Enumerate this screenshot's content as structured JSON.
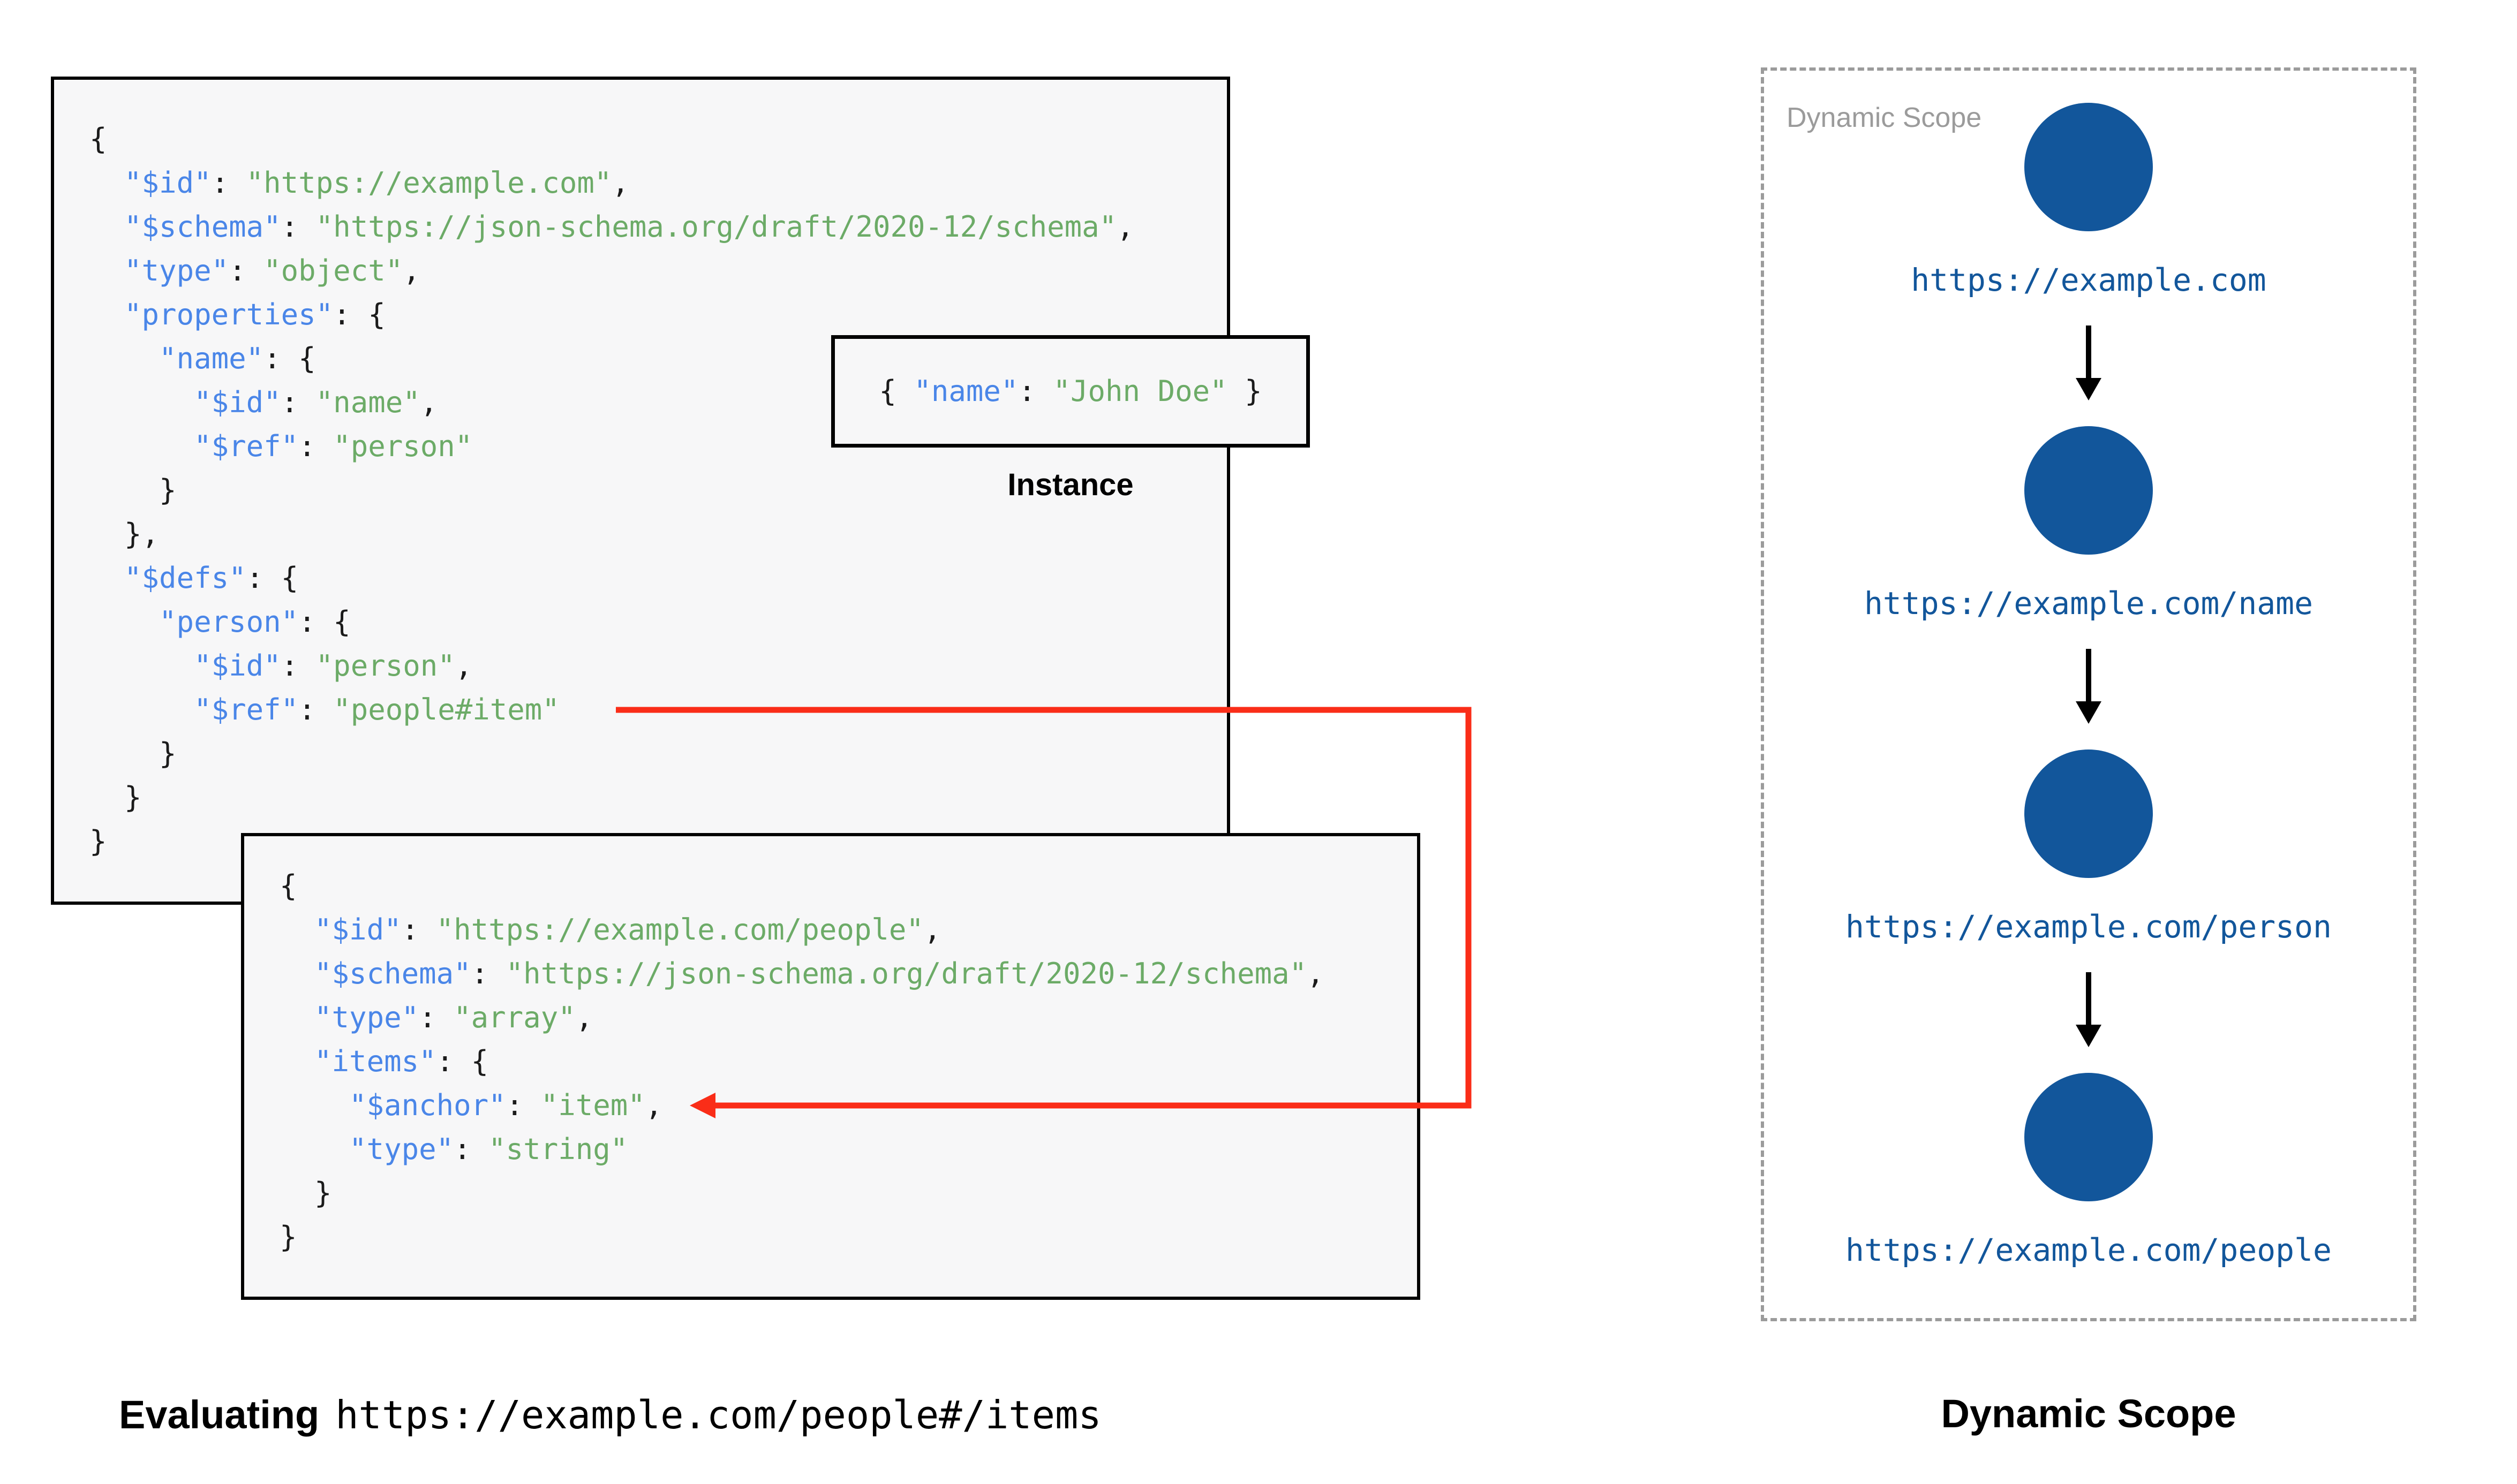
{
  "captions": {
    "left_prefix": "Evaluating",
    "left_url": "https://example.com/people#/items",
    "right": "Dynamic Scope"
  },
  "instance": {
    "label": "Instance",
    "code": [
      [
        [
          "p",
          "{ "
        ],
        [
          "k",
          "\"name\""
        ],
        [
          "p",
          ": "
        ],
        [
          "s",
          "\"John Doe\""
        ],
        [
          "p",
          " }"
        ]
      ]
    ]
  },
  "schema_main": {
    "lines": [
      [
        [
          "p",
          "{"
        ]
      ],
      [
        [
          "p",
          "  "
        ],
        [
          "k",
          "\"$id\""
        ],
        [
          "p",
          ": "
        ],
        [
          "s",
          "\"https://example.com\""
        ],
        [
          "p",
          ","
        ]
      ],
      [
        [
          "p",
          "  "
        ],
        [
          "k",
          "\"$schema\""
        ],
        [
          "p",
          ": "
        ],
        [
          "s",
          "\"https://json-schema.org/draft/2020-12/schema\""
        ],
        [
          "p",
          ","
        ]
      ],
      [
        [
          "p",
          "  "
        ],
        [
          "k",
          "\"type\""
        ],
        [
          "p",
          ": "
        ],
        [
          "s",
          "\"object\""
        ],
        [
          "p",
          ","
        ]
      ],
      [
        [
          "p",
          "  "
        ],
        [
          "k",
          "\"properties\""
        ],
        [
          "p",
          ": {"
        ]
      ],
      [
        [
          "p",
          "    "
        ],
        [
          "k",
          "\"name\""
        ],
        [
          "p",
          ": {"
        ]
      ],
      [
        [
          "p",
          "      "
        ],
        [
          "k",
          "\"$id\""
        ],
        [
          "p",
          ": "
        ],
        [
          "s",
          "\"name\""
        ],
        [
          "p",
          ","
        ]
      ],
      [
        [
          "p",
          "      "
        ],
        [
          "k",
          "\"$ref\""
        ],
        [
          "p",
          ": "
        ],
        [
          "s",
          "\"person\""
        ]
      ],
      [
        [
          "p",
          "    }"
        ]
      ],
      [
        [
          "p",
          "  },"
        ]
      ],
      [
        [
          "p",
          "  "
        ],
        [
          "k",
          "\"$defs\""
        ],
        [
          "p",
          ": {"
        ]
      ],
      [
        [
          "p",
          "    "
        ],
        [
          "k",
          "\"person\""
        ],
        [
          "p",
          ": {"
        ]
      ],
      [
        [
          "p",
          "      "
        ],
        [
          "k",
          "\"$id\""
        ],
        [
          "p",
          ": "
        ],
        [
          "s",
          "\"person\""
        ],
        [
          "p",
          ","
        ]
      ],
      [
        [
          "p",
          "      "
        ],
        [
          "k",
          "\"$ref\""
        ],
        [
          "p",
          ": "
        ],
        [
          "s",
          "\"people#item\""
        ]
      ],
      [
        [
          "p",
          "    }"
        ]
      ],
      [
        [
          "p",
          "  }"
        ]
      ],
      [
        [
          "p",
          "}"
        ]
      ]
    ]
  },
  "schema_people": {
    "lines": [
      [
        [
          "p",
          "{"
        ]
      ],
      [
        [
          "p",
          "  "
        ],
        [
          "k",
          "\"$id\""
        ],
        [
          "p",
          ": "
        ],
        [
          "s",
          "\"https://example.com/people\""
        ],
        [
          "p",
          ","
        ]
      ],
      [
        [
          "p",
          "  "
        ],
        [
          "k",
          "\"$schema\""
        ],
        [
          "p",
          ": "
        ],
        [
          "s",
          "\"https://json-schema.org/draft/2020-12/schema\""
        ],
        [
          "p",
          ","
        ]
      ],
      [
        [
          "p",
          "  "
        ],
        [
          "k",
          "\"type\""
        ],
        [
          "p",
          ": "
        ],
        [
          "s",
          "\"array\""
        ],
        [
          "p",
          ","
        ]
      ],
      [
        [
          "p",
          "  "
        ],
        [
          "k",
          "\"items\""
        ],
        [
          "p",
          ": {"
        ]
      ],
      [
        [
          "p",
          "    "
        ],
        [
          "k",
          "\"$anchor\""
        ],
        [
          "p",
          ": "
        ],
        [
          "s",
          "\"item\""
        ],
        [
          "p",
          ","
        ]
      ],
      [
        [
          "p",
          "    "
        ],
        [
          "k",
          "\"type\""
        ],
        [
          "p",
          ": "
        ],
        [
          "s",
          "\"string\""
        ]
      ],
      [
        [
          "p",
          "  }"
        ]
      ],
      [
        [
          "p",
          "}"
        ]
      ]
    ]
  },
  "dynamic_scope": {
    "panel_label": "Dynamic Scope",
    "nodes": [
      "https://example.com",
      "https://example.com/name",
      "https://example.com/person",
      "https://example.com/people"
    ]
  },
  "colors": {
    "key": "#4a86e8",
    "str": "#6cab67",
    "punct": "#1b1b1b",
    "red": "#fa2d18",
    "circle": "#12569b",
    "nodelabel": "#12569b",
    "gray": "#9b9b9b",
    "boxbg": "#f7f7f8",
    "boxborder": "#000000",
    "pagebg": "#ffffff"
  }
}
